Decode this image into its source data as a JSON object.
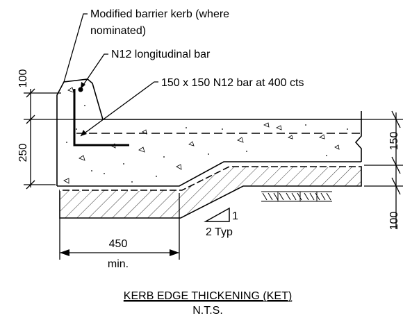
{
  "annotations": {
    "kerb": "Modified barrier kerb (where",
    "kerb_line2": "nominated)",
    "long_bar": "N12 longitudinal bar",
    "mesh_bar": "150 x 150 N12 bar at 400 cts"
  },
  "dimensions": {
    "kerb_height": "100",
    "slab_depth": "250",
    "right_top": "150",
    "right_bottom": "100",
    "width": "450",
    "width_note": "min.",
    "slope_rise": "1",
    "slope_run": "2 Typ"
  },
  "title": {
    "main": "KERB EDGE THICKENING (KET)",
    "scale": "N.T.S."
  }
}
